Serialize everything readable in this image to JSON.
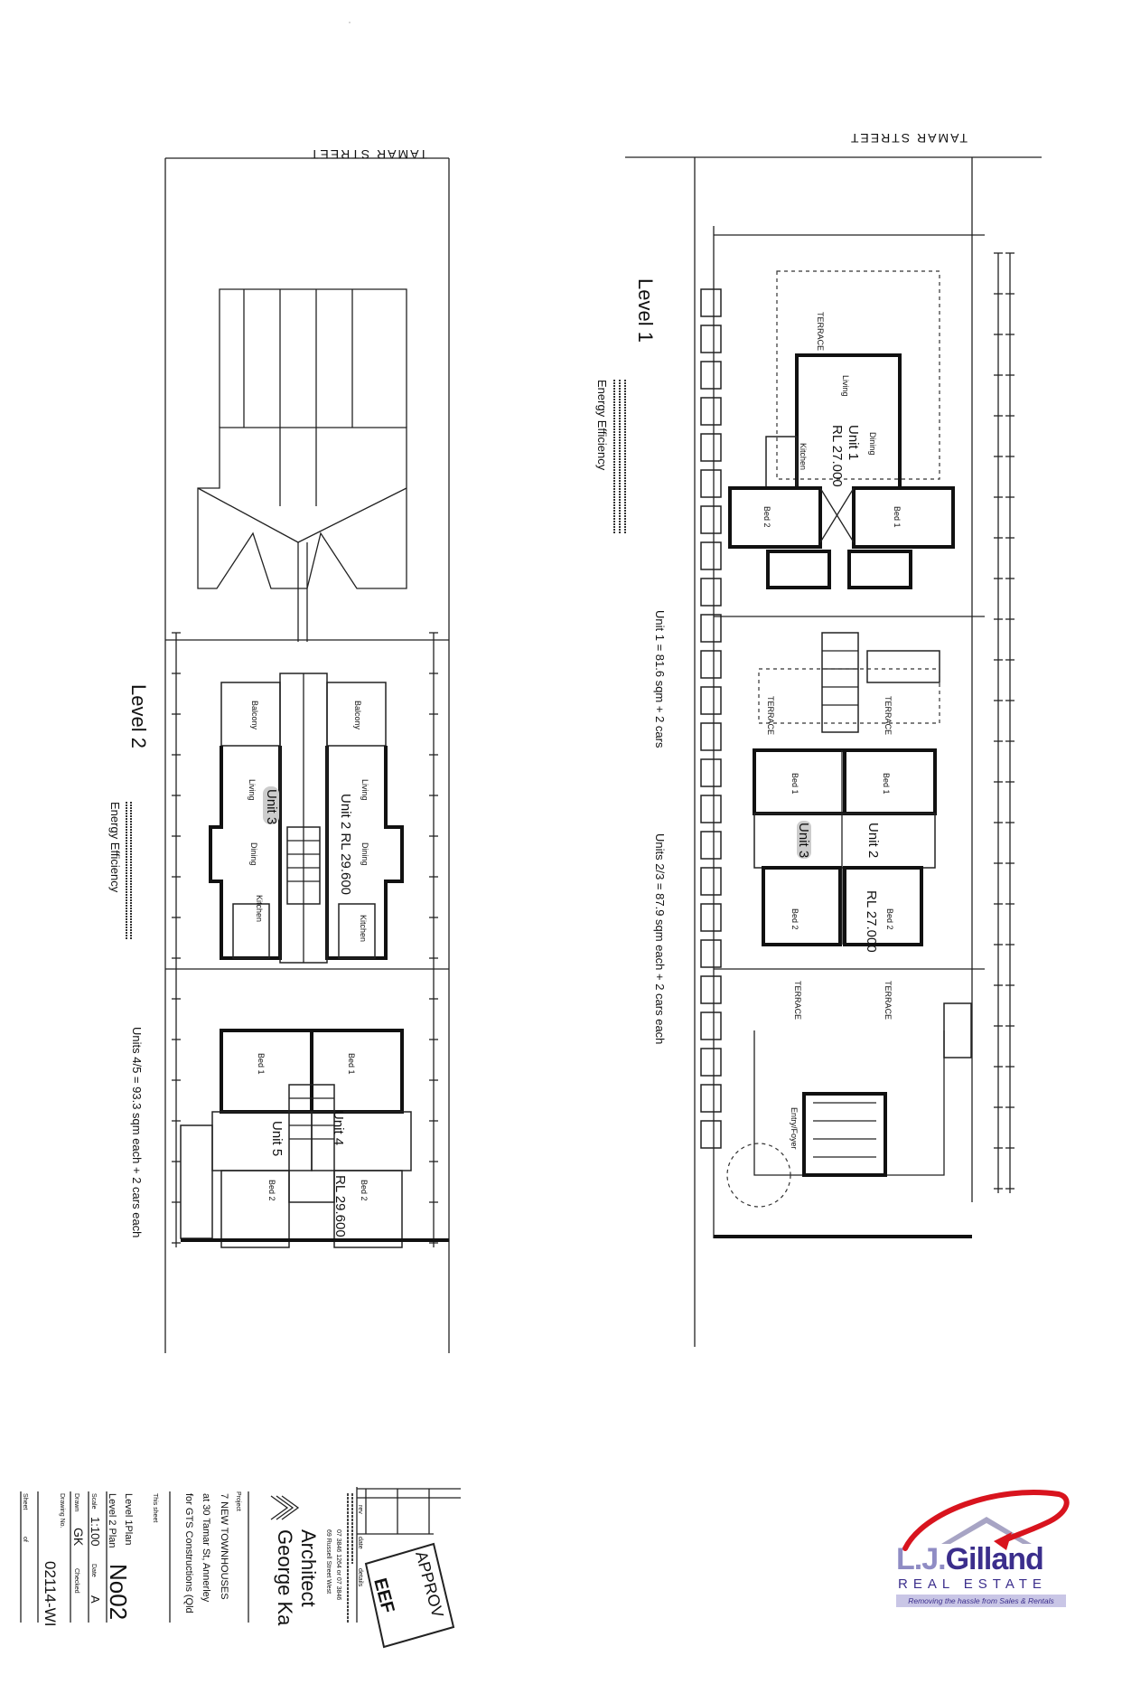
{
  "street_name": "TAMAR STREET",
  "level1": {
    "title": "Level 1",
    "energy_title": "Energy Efficiency",
    "area_unit1": "Unit 1 = 81.6 sqm + 2 cars",
    "area_units23": "Units 2/3 = 87.9 sqm each + 2 cars each",
    "unit1_label": "Unit 1",
    "unit1_rl": "RL 27.000",
    "unit2_label": "Unit 2",
    "unit3_label": "Unit 3",
    "units23_rl": "RL 27.000",
    "rooms": {
      "living": "Living",
      "dining": "Dining",
      "kitchen": "Kitchen",
      "bed1": "Bed 1",
      "bed2": "Bed 2",
      "terrace": "TERRACE",
      "entry": "Entry/Foyer"
    }
  },
  "level2": {
    "title": "Level 2",
    "energy_title": "Energy Efficiency",
    "area_units45": "Units 4/5 = 93.3 sqm each + 2 cars each",
    "unit2_label": "Unit 2  RL 29.600",
    "unit3_label": "Unit 3",
    "unit4_label": "Unit 4",
    "unit5_label": "Unit 5",
    "units45_rl": "RL 29.600",
    "rooms": {
      "balcony": "Balcony",
      "living": "Living",
      "dining": "Dining",
      "kitchen": "Kitchen",
      "bed1": "Bed 1",
      "bed2": "Bed 2"
    }
  },
  "title_block": {
    "architect_name": "George Ka",
    "architect_title": "Architect",
    "address": "69 Russell Street West",
    "phone": "07 3846 1264 or 07 3846",
    "project_label": "Project",
    "project_line1": "7 NEW TOWNHOUSES",
    "project_line2": "at  30 Tamar St, Annerley",
    "project_line3": "for  GTS Constructions (Qld",
    "this_sheet_label": "This sheet",
    "sheet_line1": "Level 1Plan",
    "sheet_line2": "Level 2 Plan",
    "sheet_number": "No02",
    "scale_label": "Scale",
    "scale": "1:100",
    "date_label": "Date",
    "date_value": "A",
    "drawn_label": "Drawn",
    "drawn": "GK",
    "checked_label": "Checked",
    "drawing_no_label": "Drawing No.",
    "drawing_no": "02114-WI",
    "sheet_label": "Sheet",
    "of_label": "of",
    "rev_labels": [
      "rev",
      "date",
      "details"
    ],
    "stamp_text": "APPROV",
    "stamp_text2": "EEF"
  },
  "logo": {
    "name_prefix": "L.J.",
    "name_main": "Gilland",
    "subtitle": "REAL ESTATE",
    "tagline": "Removing the hassle from Sales & Rentals",
    "colors": {
      "purple": "#3b2e8c",
      "lavender": "#8f8cc4",
      "red": "#d8141e",
      "roof": "#a7a4c4",
      "tagline_bg": "#c9c6e6"
    }
  }
}
